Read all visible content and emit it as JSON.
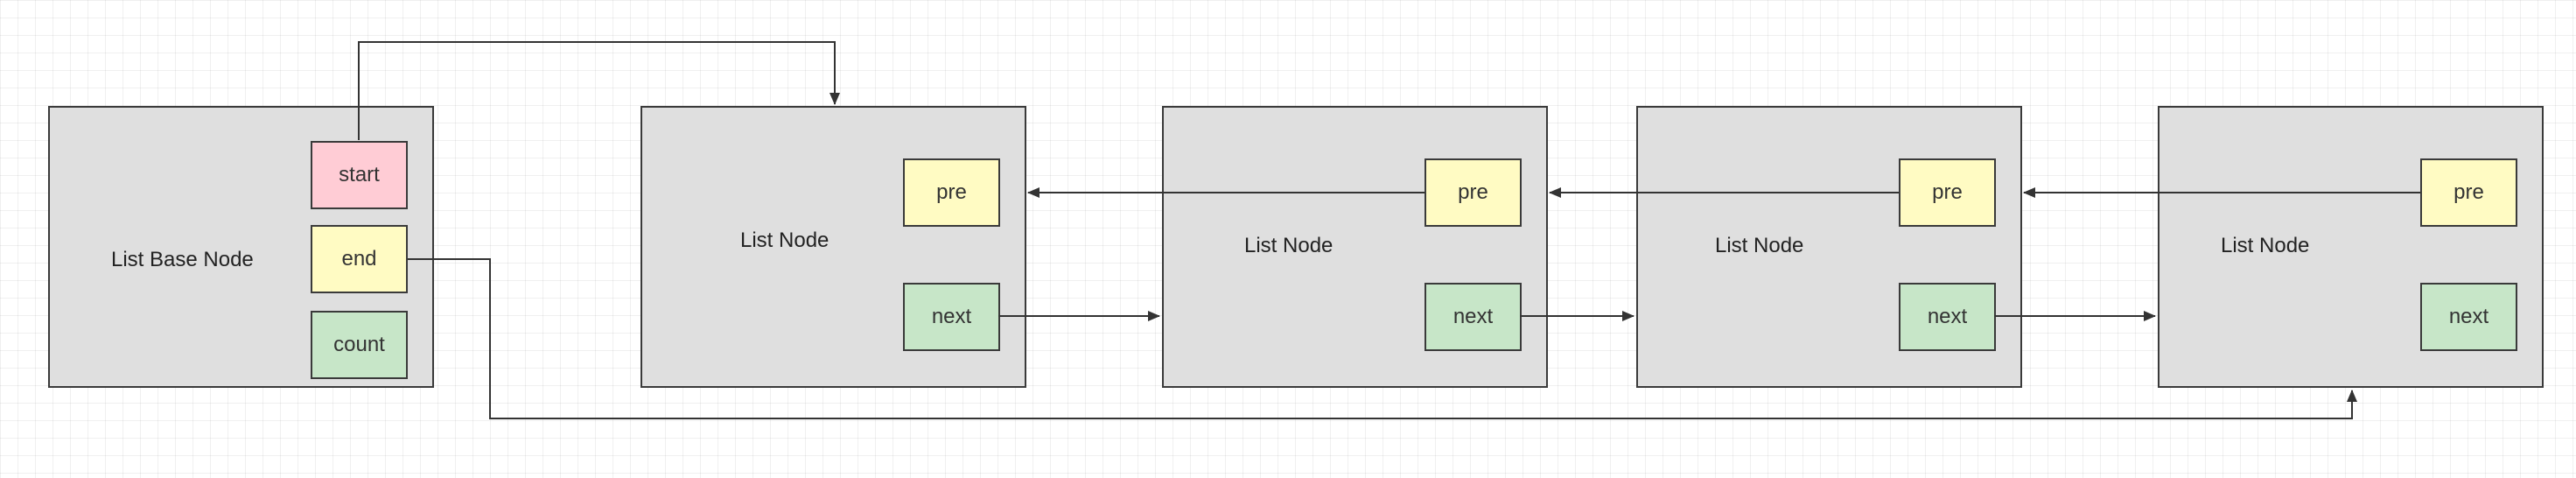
{
  "diagram": {
    "base_node": {
      "title": "List Base Node",
      "fields": {
        "start": "start",
        "end": "end",
        "count": "count"
      }
    },
    "nodes": [
      {
        "title": "List Node",
        "pre": "pre",
        "next": "next"
      },
      {
        "title": "List Node",
        "pre": "pre",
        "next": "next"
      },
      {
        "title": "List Node",
        "pre": "pre",
        "next": "next"
      },
      {
        "title": "List Node",
        "pre": "pre",
        "next": "next"
      }
    ],
    "colors": {
      "node_fill": "#dfdfdf",
      "start_field": "#ffccd5",
      "pointer_field_yellow": "#fffbc3",
      "pointer_field_green": "#c7e6c8",
      "connector": "#333333"
    }
  }
}
